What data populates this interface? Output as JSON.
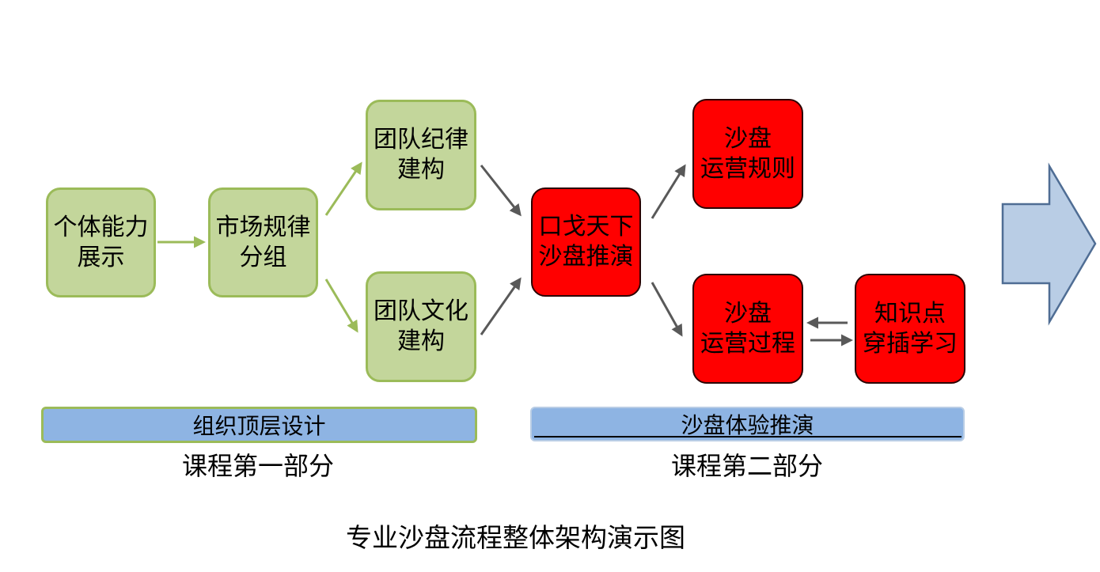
{
  "nodes": {
    "individual": "个体能力\n展示",
    "market": "市场规律\n分组",
    "discipline": "团队纪律\n建构",
    "culture": "团队文化\n建构",
    "kougetianxia": "口戈天下\n沙盘推演",
    "rules": "沙盘\n运营规则",
    "process": "沙盘\n运营过程",
    "knowledge": "知识点\n穿插学习"
  },
  "bars": {
    "part1": "组织顶层设计",
    "part2": "沙盘体验推演"
  },
  "captions": {
    "part1": "课程第一部分",
    "part2": "课程第二部分",
    "title": "专业沙盘流程整体架构演示图"
  },
  "colors": {
    "green_fill": "#c3d69b",
    "green_border": "#9bbb59",
    "red_fill": "#ff0000",
    "bar_fill": "#8eb4e3",
    "big_arrow_fill": "#b9cde5",
    "big_arrow_border": "#4f6d94",
    "green_arrow": "#9bbb59",
    "gray_arrow": "#595959"
  },
  "icons": {
    "big_arrow": "right-block-arrow"
  }
}
